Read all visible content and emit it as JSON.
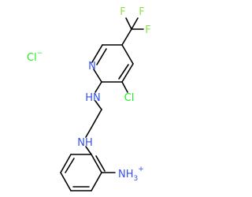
{
  "molecule": {
    "atoms": {
      "n_pyridine": "N",
      "cl_ring": "Cl",
      "cf3_f_top_left": "F",
      "cf3_f_top_right": "F",
      "cf3_f_right": "F",
      "nh_upper": "HN",
      "nh_lower": "NH",
      "ammonium_n": "NH",
      "ammonium_sub": "3",
      "ammonium_charge": "+"
    },
    "counterion": {
      "symbol": "Cl",
      "charge": "−"
    }
  },
  "colors": {
    "bond": "#000000",
    "nitrogen": "#3050f8",
    "chlorine": "#1ff01f",
    "fluorine": "#90e050"
  }
}
